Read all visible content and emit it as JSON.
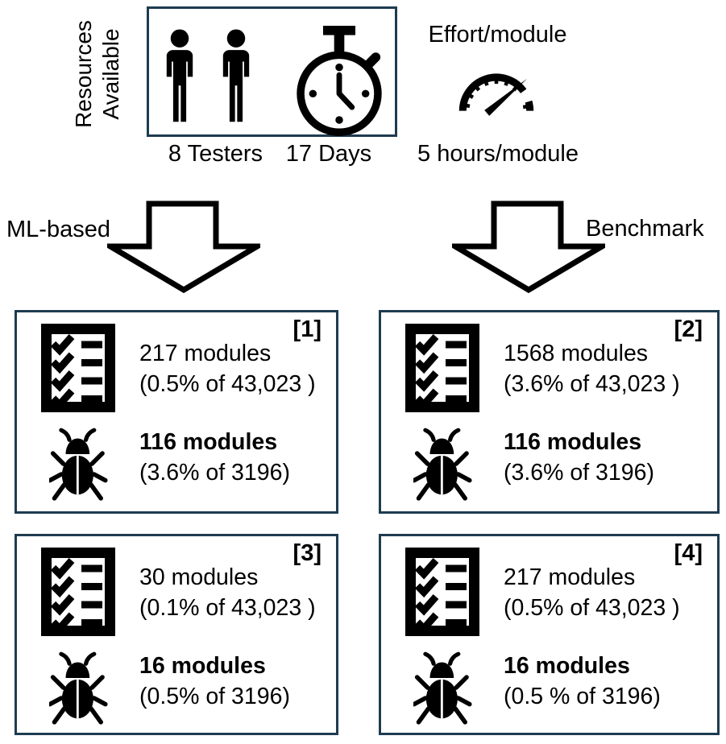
{
  "figure": {
    "resources": {
      "label_lines": [
        "Resources",
        "Available"
      ],
      "testers_caption": "8 Testers",
      "days_caption": "17 Days"
    },
    "effort": {
      "title": "Effort/module",
      "caption": "5 hours/module"
    },
    "branches": {
      "left_label": "ML-based",
      "right_label": "Benchmark"
    },
    "boxes": [
      {
        "ref": "[1]",
        "selected": "217 modules",
        "selected_detail": "(0.5% of 43,023 )",
        "defective": "116 modules",
        "defective_detail": "(3.6% of 3196)"
      },
      {
        "ref": "[2]",
        "selected": "1568 modules",
        "selected_detail": "(3.6% of 43,023 )",
        "defective": "116 modules",
        "defective_detail": "(3.6% of 3196)"
      },
      {
        "ref": "[3]",
        "selected": "30 modules",
        "selected_detail": "(0.1% of 43,023 )",
        "defective": "16 modules",
        "defective_detail": "(0.5% of 3196)"
      },
      {
        "ref": "[4]",
        "selected": "217 modules",
        "selected_detail": "(0.5% of 43,023 )",
        "defective": "16 modules",
        "defective_detail": "(0.5 % of 3196)"
      }
    ],
    "icons": {
      "tester-icon": "person pictogram",
      "days-icon": "stopwatch",
      "effort-icon": "speedometer gauge",
      "selected-modules-icon": "checklist clipboard",
      "defective-modules-icon": "bug",
      "flow-icon": "down block arrow"
    },
    "colors": {
      "box_border": "#1e3c50",
      "glyph": "#000000",
      "background": "#ffffff"
    }
  }
}
